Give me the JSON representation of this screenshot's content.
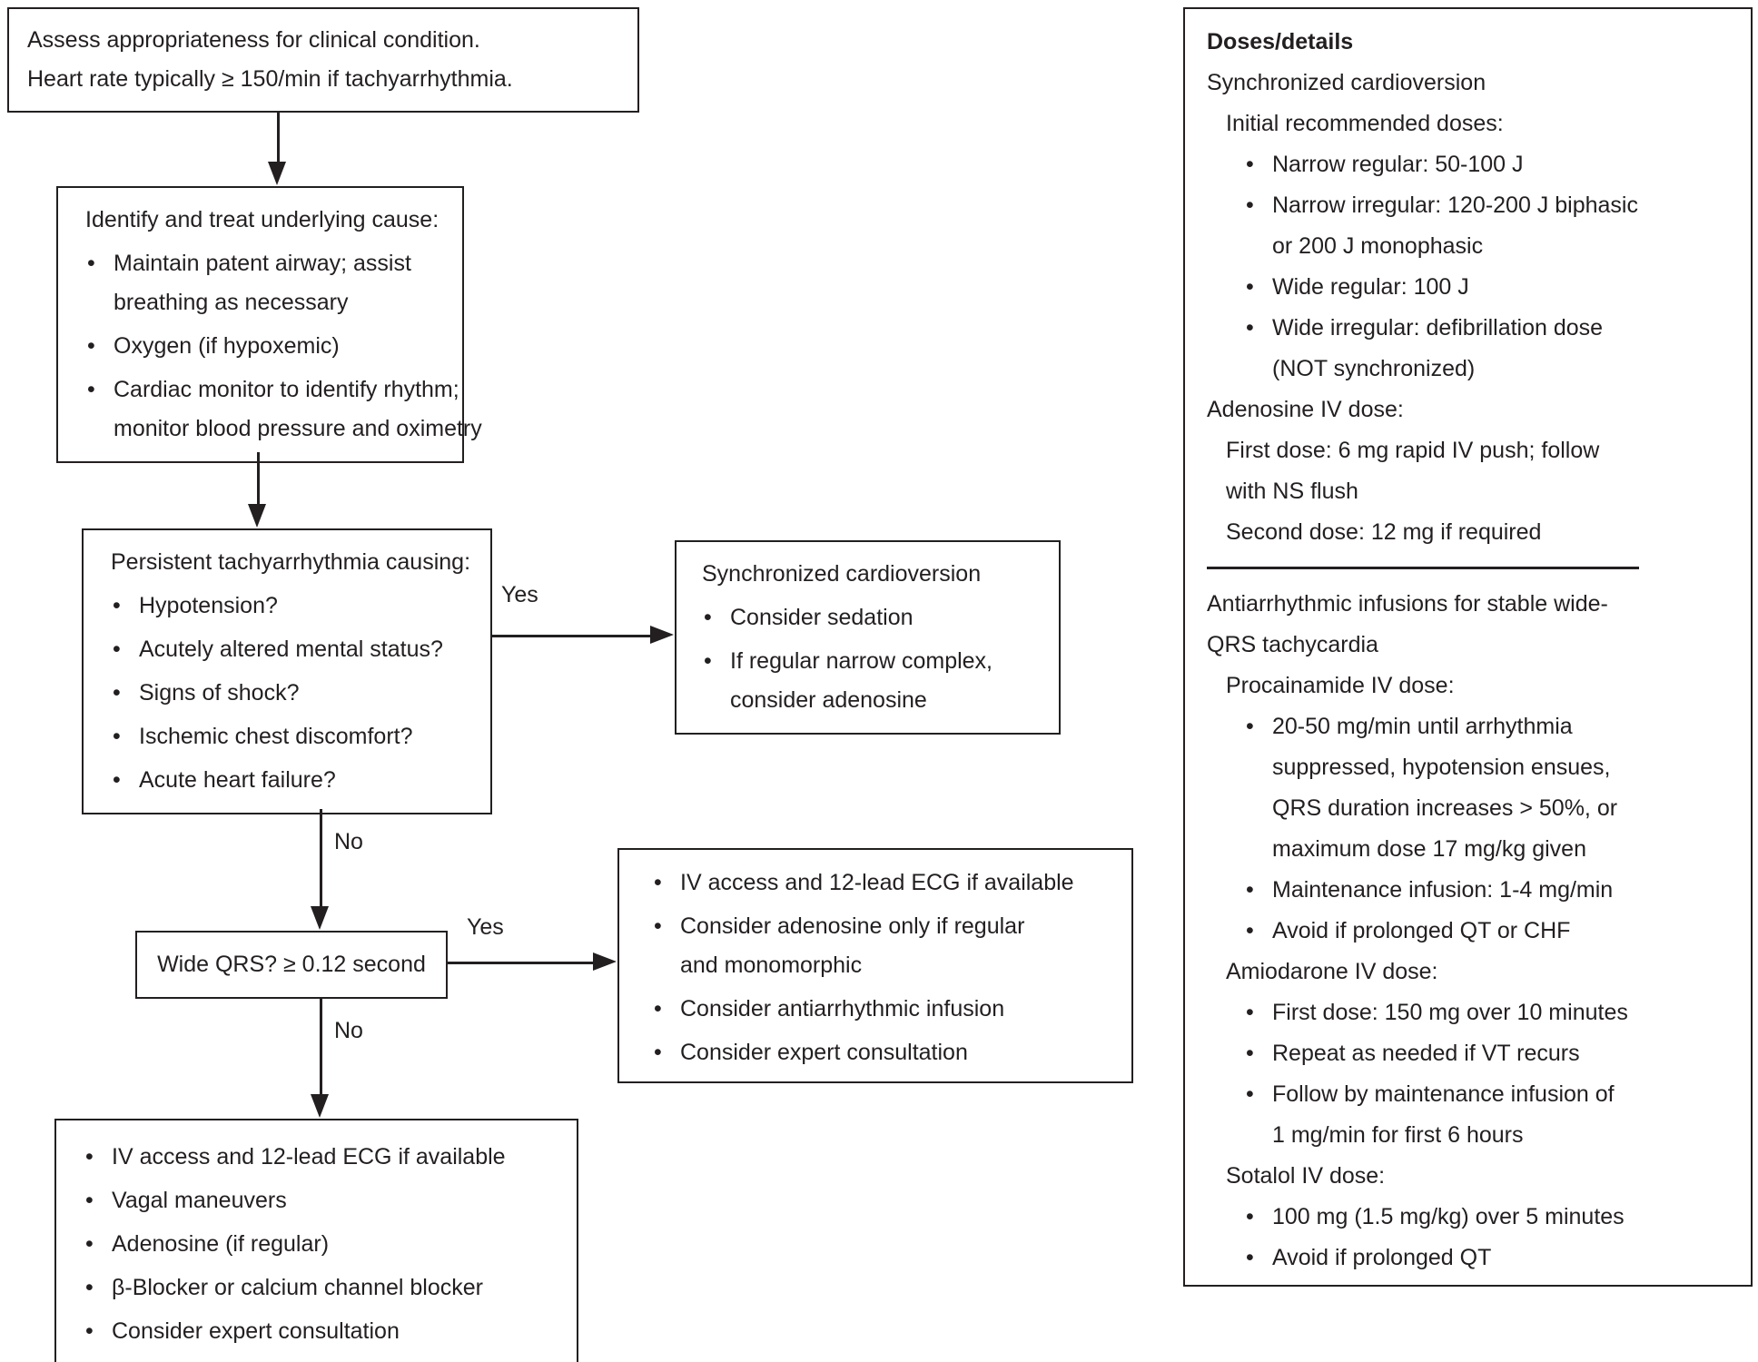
{
  "colors": {
    "ink": "#231f20",
    "background": "#ffffff"
  },
  "flowchart": {
    "assess_box": {
      "line1": "Assess appropriateness for clinical condition.",
      "line2": "Heart rate typically ≥ 150/min if tachyarrhythmia."
    },
    "identify_box": {
      "title": "Identify and treat underlying cause:",
      "bullets": [
        [
          "Maintain patent airway; assist",
          "breathing as necessary"
        ],
        [
          "Oxygen (if hypoxemic)"
        ],
        [
          "Cardiac monitor to identify rhythm;",
          "monitor blood pressure and oximetry"
        ]
      ]
    },
    "persistent_box": {
      "title": "Persistent tachyarrhythmia causing:",
      "bullets": [
        [
          "Hypotension?"
        ],
        [
          "Acutely altered mental status?"
        ],
        [
          "Signs of shock?"
        ],
        [
          "Ischemic chest discomfort?"
        ],
        [
          "Acute heart failure?"
        ]
      ]
    },
    "cardioversion_box": {
      "title": "Synchronized cardioversion",
      "bullets": [
        [
          "Consider sedation"
        ],
        [
          "If regular narrow complex,",
          "consider adenosine"
        ]
      ]
    },
    "wide_qrs_box": {
      "label": "Wide QRS? ≥ 0.12 second"
    },
    "wide_yes_box": {
      "bullets": [
        [
          "IV access and 12-lead ECG if available"
        ],
        [
          "Consider adenosine only if regular",
          "and monomorphic"
        ],
        [
          "Consider antiarrhythmic infusion"
        ],
        [
          "Consider expert consultation"
        ]
      ]
    },
    "narrow_box": {
      "bullets": [
        [
          "IV access and 12-lead ECG if available"
        ],
        [
          "Vagal maneuvers"
        ],
        [
          "Adenosine (if regular)"
        ],
        [
          "β-Blocker or calcium channel blocker"
        ],
        [
          "Consider expert consultation"
        ]
      ]
    },
    "branch_labels": {
      "unstable_yes": "Yes",
      "unstable_no": "No",
      "wide_yes": "Yes",
      "wide_no": "No"
    }
  },
  "doses_panel": {
    "title": "Doses/details",
    "sync_heading": "Synchronized cardioversion",
    "initial_subheading": "Initial recommended doses:",
    "initial_bullets": [
      [
        "Narrow regular: 50-100 J"
      ],
      [
        "Narrow irregular: 120-200 J biphasic",
        "or 200 J monophasic"
      ],
      [
        "Wide regular: 100 J"
      ],
      [
        "Wide irregular: defibrillation dose",
        "(NOT synchronized)"
      ]
    ],
    "adenosine_heading": "Adenosine IV dose:",
    "adenosine_lines": [
      [
        "First dose: 6 mg rapid IV push; follow",
        "with NS flush"
      ],
      [
        "Second dose: 12 mg if required"
      ]
    ],
    "infusions_heading": [
      "Antiarrhythmic infusions for stable wide-",
      "QRS tachycardia"
    ],
    "procainamide_heading": "Procainamide IV dose:",
    "procainamide_bullets": [
      [
        "20-50 mg/min until arrhythmia",
        "suppressed, hypotension ensues,",
        "QRS duration increases > 50%, or",
        "maximum dose 17 mg/kg given"
      ],
      [
        "Maintenance infusion: 1-4 mg/min"
      ],
      [
        "Avoid if prolonged QT or CHF"
      ]
    ],
    "amiodarone_heading": "Amiodarone IV dose:",
    "amiodarone_bullets": [
      [
        "First dose: 150 mg over 10 minutes"
      ],
      [
        "Repeat as needed if VT recurs"
      ],
      [
        "Follow by maintenance infusion of",
        "1 mg/min for first 6 hours"
      ]
    ],
    "sotalol_heading": "Sotalol IV dose:",
    "sotalol_bullets": [
      [
        "100 mg (1.5 mg/kg) over 5 minutes"
      ],
      [
        "Avoid if prolonged QT"
      ]
    ]
  }
}
